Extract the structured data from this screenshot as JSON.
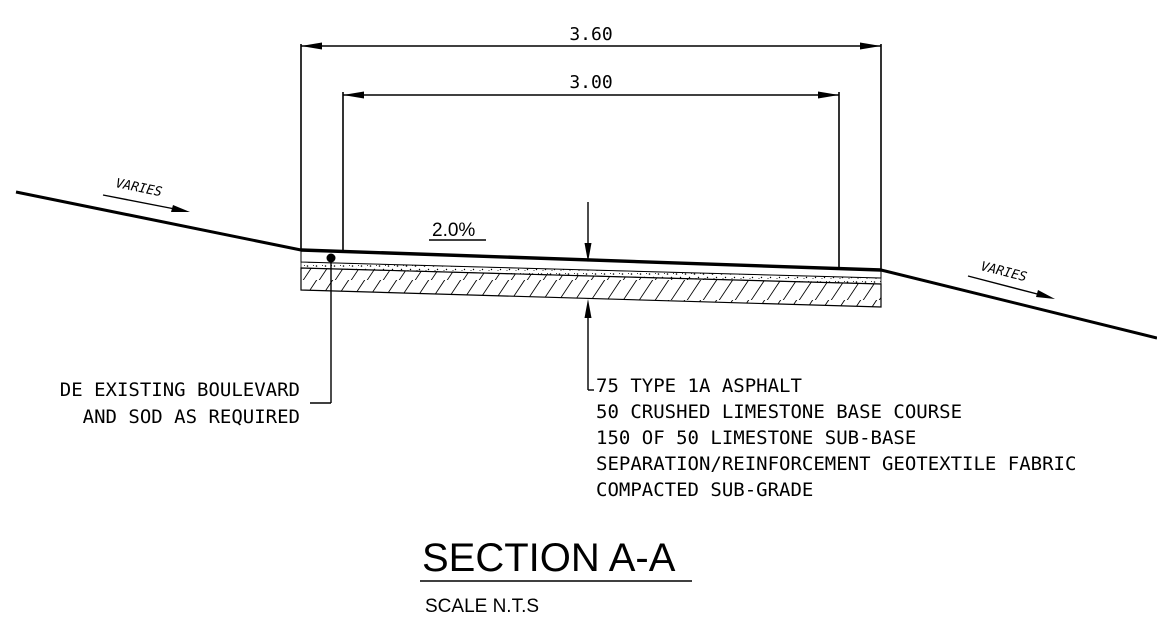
{
  "dimensions": {
    "overall": "3.60",
    "inner": "3.00"
  },
  "slopes": {
    "left": "VARIES",
    "right": "VARIES",
    "crossfall": "2.0%"
  },
  "notes": {
    "boulevard": [
      "DE EXISTING BOULEVARD",
      "AND SOD AS REQUIRED"
    ],
    "pavement_structure": [
      "75 TYPE 1A ASPHALT",
      "50 CRUSHED LIMESTONE BASE COURSE",
      "150 OF 50 LIMESTONE SUB-BASE",
      "SEPARATION/REINFORCEMENT GEOTEXTILE FABRIC",
      "COMPACTED SUB-GRADE"
    ]
  },
  "title": {
    "section": "SECTION A-A",
    "scale": "SCALE N.T.S"
  }
}
